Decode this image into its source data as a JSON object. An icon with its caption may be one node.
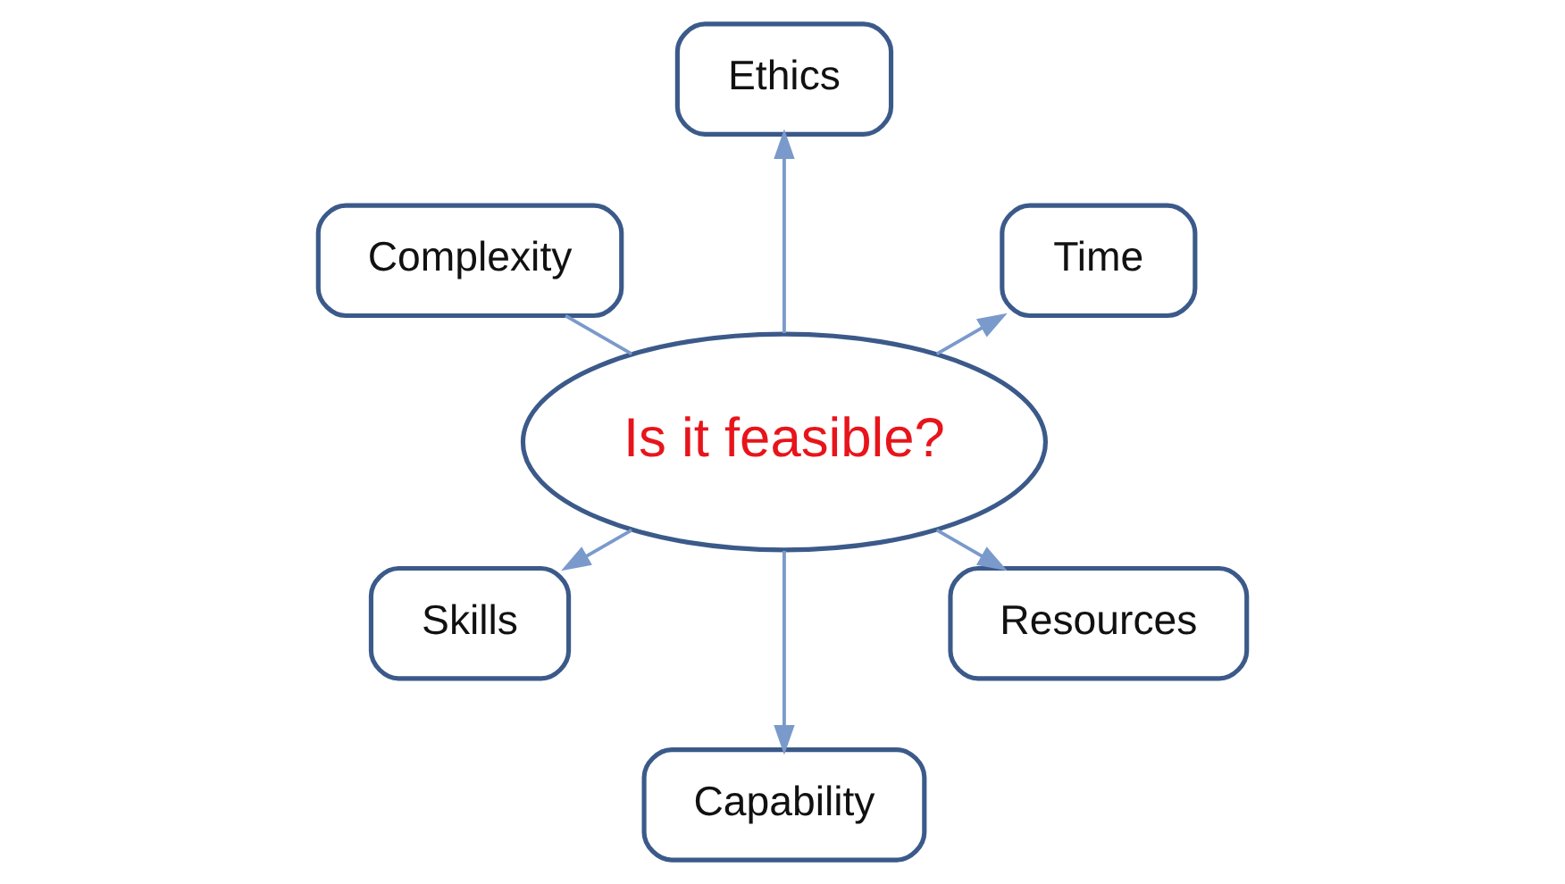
{
  "diagram": {
    "nodes": [
      {
        "text": [
          "Time"
        ]
      },
      {
        "text": [
          "Ethics"
        ]
      },
      {
        "text": [
          "Complexity"
        ]
      },
      {
        "text": [
          "Is it feasible?"
        ]
      },
      {
        "text": [
          "Skills"
        ]
      },
      {
        "text": [
          "Capability"
        ]
      },
      {
        "text": [
          "Resources"
        ]
      }
    ],
    "edges": [
      {
        "from": 3,
        "to": 0,
        "arrow": "to"
      },
      {
        "from": 3,
        "to": 1,
        "arrow": "to"
      },
      {
        "from": 3,
        "to": 2,
        "arrow": "none"
      },
      {
        "from": 3,
        "to": 4,
        "arrow": "to"
      },
      {
        "from": 3,
        "to": 5,
        "arrow": "to"
      },
      {
        "from": 3,
        "to": 6,
        "arrow": "to"
      }
    ]
  }
}
